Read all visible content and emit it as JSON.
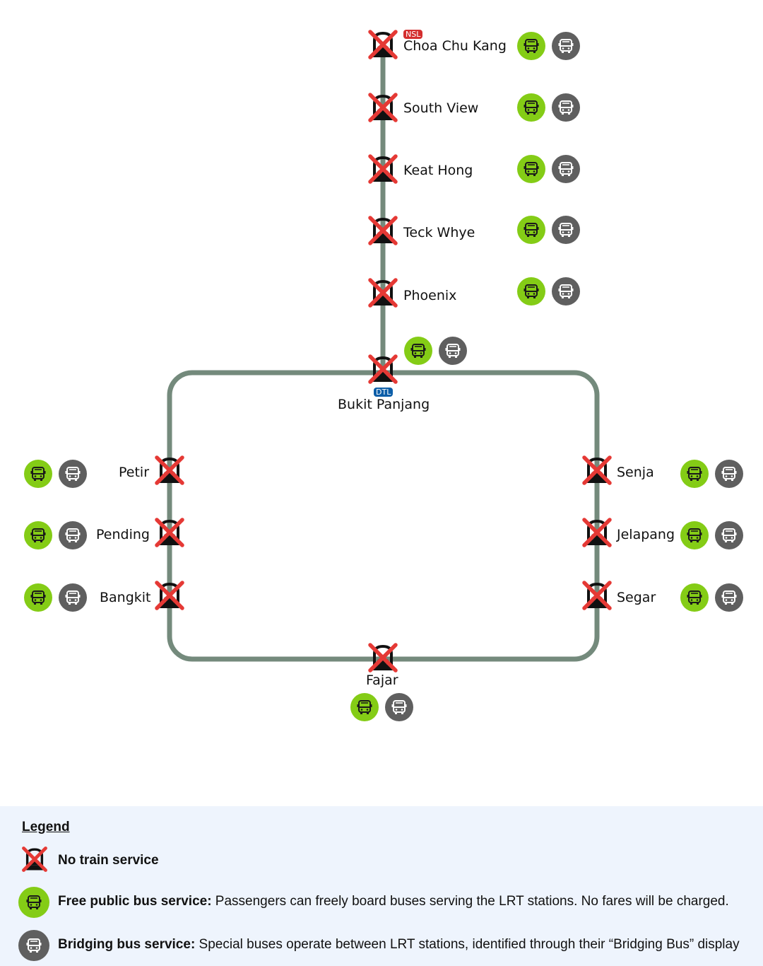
{
  "colors": {
    "line": "#748a7c",
    "cross": "#e53935",
    "free_bus": "#84cc16",
    "bridging_bus": "#5f5f5f",
    "nsl_badge": "#d42e2e",
    "dtl_badge": "#0c5ea8",
    "legend_bg": "#eef4fd"
  },
  "icons": {
    "station": "train-station-closed-icon",
    "free_bus": "free-bus-icon",
    "bridging_bus": "bridging-bus-icon"
  },
  "stations": {
    "choa_chu_kang": {
      "name": "Choa Chu Kang",
      "badge": "NSL",
      "status": "No train service",
      "free_bus": true,
      "bridging_bus": true
    },
    "south_view": {
      "name": "South View",
      "status": "No train service",
      "free_bus": true,
      "bridging_bus": true
    },
    "keat_hong": {
      "name": "Keat Hong",
      "status": "No train service",
      "free_bus": true,
      "bridging_bus": true
    },
    "teck_whye": {
      "name": "Teck Whye",
      "status": "No train service",
      "free_bus": true,
      "bridging_bus": true
    },
    "phoenix": {
      "name": "Phoenix",
      "status": "No train service",
      "free_bus": true,
      "bridging_bus": true
    },
    "bukit_panjang": {
      "name": "Bukit Panjang",
      "badge": "DTL",
      "status": "No train service",
      "free_bus": true,
      "bridging_bus": true
    },
    "petir": {
      "name": "Petir",
      "status": "No train service",
      "free_bus": true,
      "bridging_bus": true
    },
    "pending": {
      "name": "Pending",
      "status": "No train service",
      "free_bus": true,
      "bridging_bus": true
    },
    "bangkit": {
      "name": "Bangkit",
      "status": "No train service",
      "free_bus": true,
      "bridging_bus": true
    },
    "senja": {
      "name": "Senja",
      "status": "No train service",
      "free_bus": true,
      "bridging_bus": true
    },
    "jelapang": {
      "name": "Jelapang",
      "status": "No train service",
      "free_bus": true,
      "bridging_bus": true
    },
    "segar": {
      "name": "Segar",
      "status": "No train service",
      "free_bus": true,
      "bridging_bus": true
    },
    "fajar": {
      "name": "Fajar",
      "status": "No train service",
      "free_bus": true,
      "bridging_bus": true
    }
  },
  "legend": {
    "title": "Legend",
    "no_train": {
      "label": "No train service"
    },
    "free_bus": {
      "label": "Free public bus service:",
      "description": " Passengers can freely board buses serving the LRT stations. No fares will be charged."
    },
    "bridging_bus": {
      "label": "Bridging bus service:",
      "description": " Special buses operate between LRT stations, identified through their “Bridging Bus” display"
    }
  }
}
